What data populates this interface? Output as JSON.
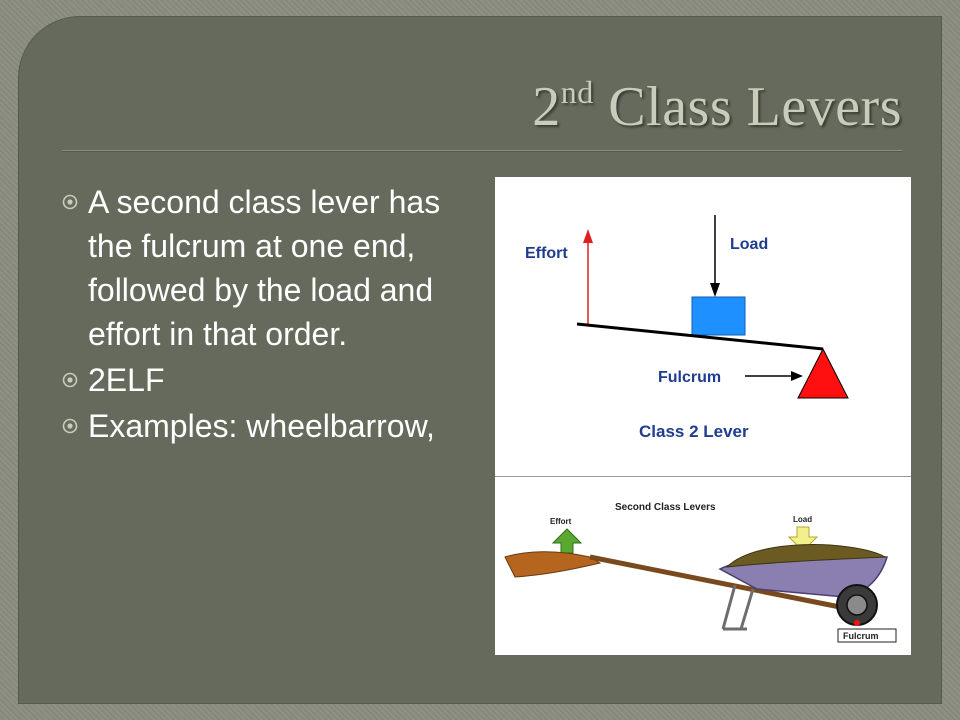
{
  "slide": {
    "title_main": "2",
    "title_sup": "nd",
    "title_rest": " Class Levers",
    "bullets": [
      "A second class lever has the fulcrum at one end, followed by the load and effort in that order.",
      "2ELF",
      "Examples: wheelbarrow,"
    ]
  },
  "diagram_top": {
    "effort_label": "Effort",
    "load_label": "Load",
    "fulcrum_label": "Fulcrum",
    "caption": "Class 2 Lever"
  },
  "diagram_bottom": {
    "title": "Second Class Levers",
    "effort_label": "Effort",
    "load_label": "Load",
    "fulcrum_label": "Fulcrum"
  },
  "colors": {
    "panel": "#666a5c",
    "title": "#c9ccbd",
    "bullet_text": "#ffffff",
    "load_box": "#1e90ff",
    "fulcrum": "#ff0000",
    "diagram_text": "#1f3c8f"
  }
}
